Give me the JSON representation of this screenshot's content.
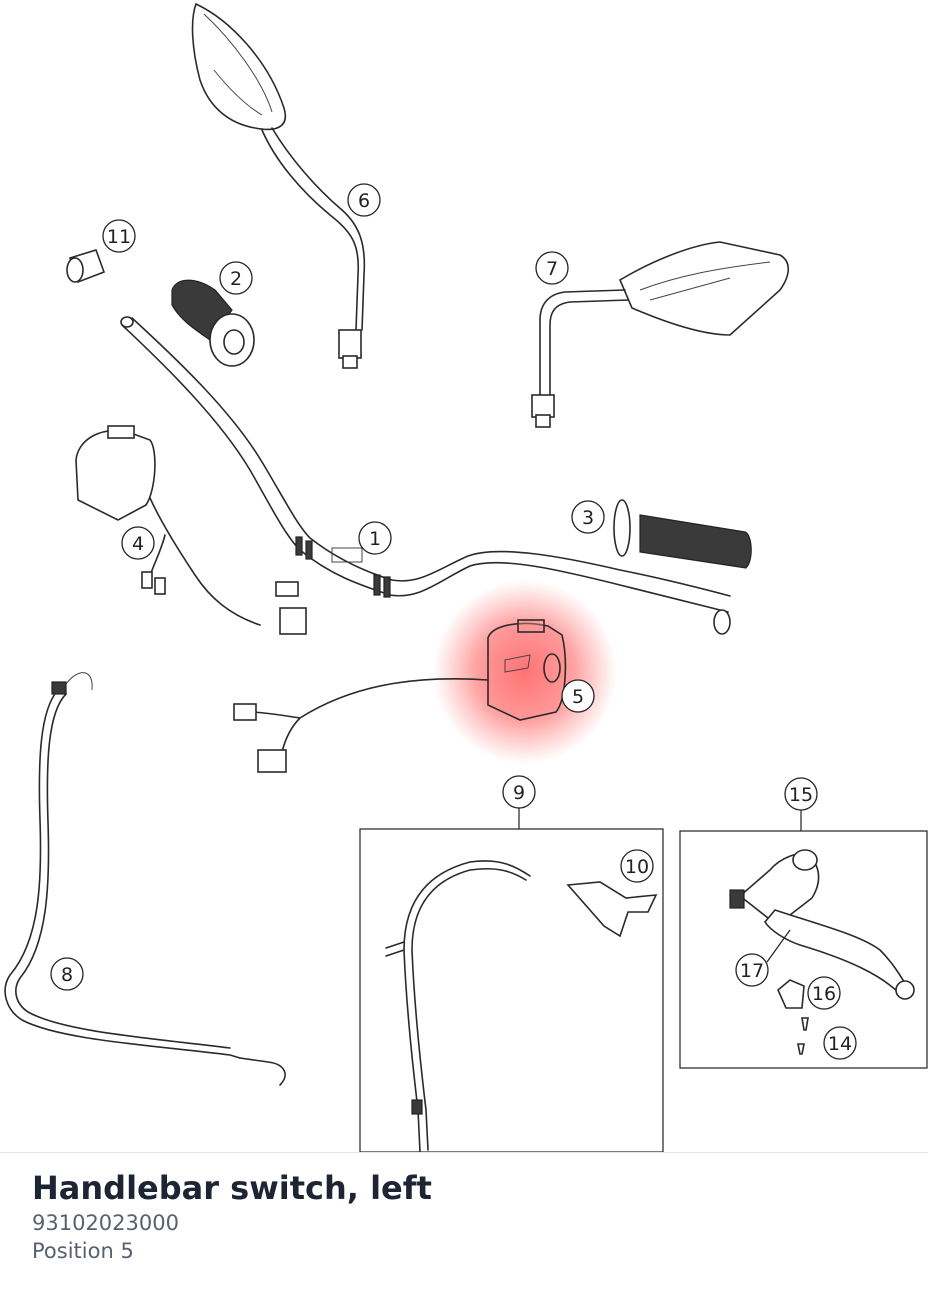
{
  "diagram": {
    "callouts": [
      "1",
      "2",
      "3",
      "4",
      "5",
      "6",
      "7",
      "8",
      "9",
      "10",
      "11",
      "14",
      "15",
      "16",
      "17"
    ],
    "highlight_color": "#ff4d4d",
    "highlighted_part": "5"
  },
  "footer": {
    "part_name": "Handlebar switch, left",
    "part_number": "93102023000",
    "position": "Position 5"
  }
}
